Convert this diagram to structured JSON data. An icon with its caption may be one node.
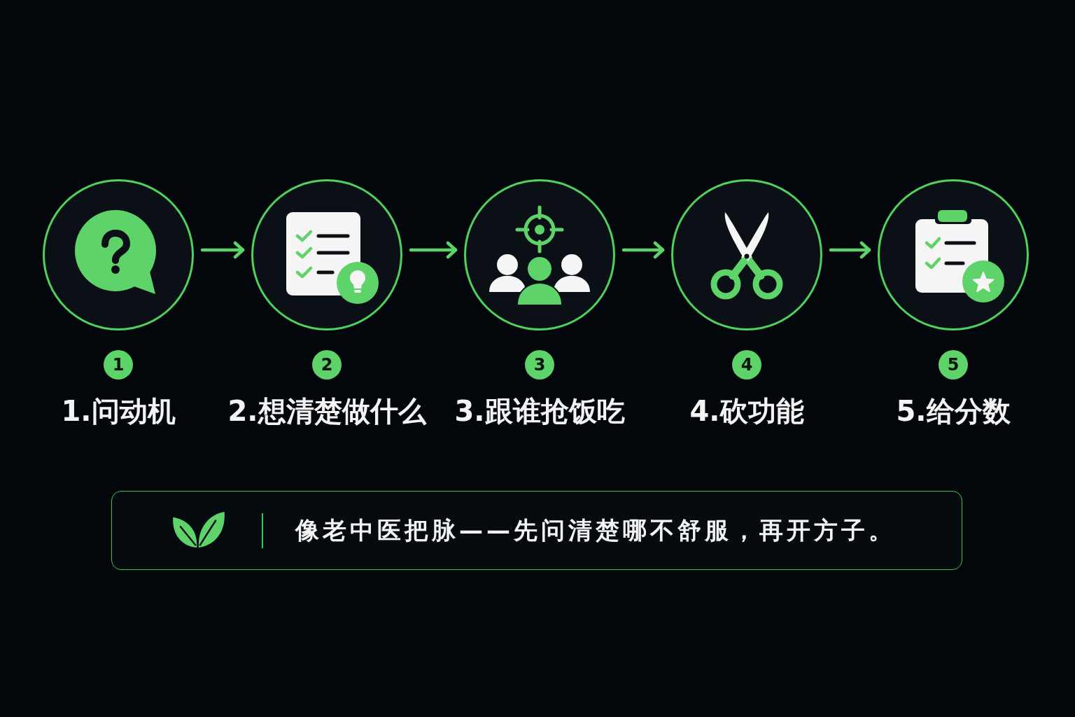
{
  "diagram": {
    "nodes": [
      {
        "text": [
          "1.问动机"
        ],
        "beside": [
          "1"
        ]
      },
      {
        "text": [
          "2.想清楚做什么"
        ],
        "beside": [
          "2"
        ]
      },
      {
        "text": [
          "3.跟谁抢饭吃"
        ],
        "beside": [
          "3"
        ]
      },
      {
        "text": [
          "4.砍功能"
        ],
        "beside": [
          "4"
        ]
      },
      {
        "text": [
          "5.给分数"
        ],
        "beside": [
          "5"
        ]
      },
      {
        "text": [
          "像老中医把脉——先问清楚哪不舒服，再开方子。"
        ]
      }
    ],
    "edges": [
      {
        "from": 0,
        "to": 1,
        "arrow": "to"
      },
      {
        "from": 1,
        "to": 2,
        "arrow": "to"
      },
      {
        "from": 2,
        "to": 3,
        "arrow": "to"
      },
      {
        "from": 3,
        "to": 4,
        "arrow": "to"
      }
    ]
  }
}
